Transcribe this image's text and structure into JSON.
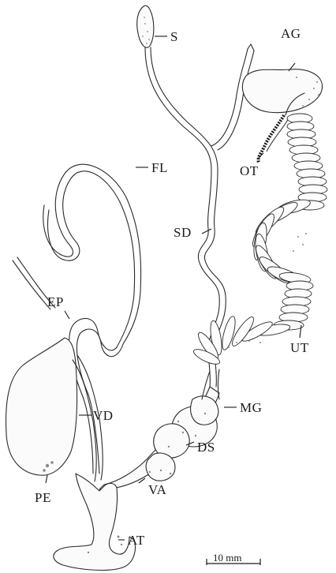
{
  "figure": {
    "labels": {
      "s": "S",
      "ag": "AG",
      "fl": "FL",
      "ot": "OT",
      "sd": "SD",
      "ep": "EP",
      "ut": "UT",
      "mg": "MG",
      "vd": "VD",
      "ds": "DS",
      "va": "VA",
      "pe": "PE",
      "at": "AT"
    },
    "scale_bar": {
      "label": "10 mm"
    }
  }
}
